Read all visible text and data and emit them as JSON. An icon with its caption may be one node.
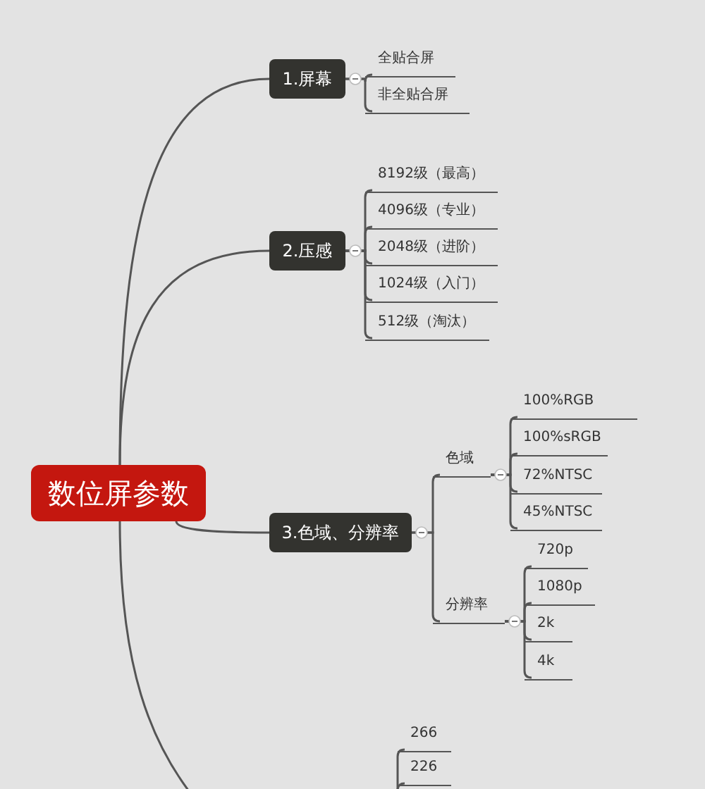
{
  "diagram": {
    "nodes": [
      {
        "text": [
          "数位屏参数"
        ]
      },
      {
        "text": [
          "1.屏幕"
        ]
      },
      {
        "text": [
          "全贴合屏"
        ]
      },
      {
        "text": [
          "非全贴合屏"
        ]
      },
      {
        "text": [
          "2.压感"
        ]
      },
      {
        "text": [
          "8192级（最高）"
        ]
      },
      {
        "text": [
          "4096级（专业）"
        ]
      },
      {
        "text": [
          "2048级（进阶）"
        ]
      },
      {
        "text": [
          "1024级（入门）"
        ]
      },
      {
        "text": [
          "512级（淘汰）"
        ]
      },
      {
        "text": [
          "3.色域、分辨率"
        ]
      },
      {
        "text": [
          "色域"
        ]
      },
      {
        "text": [
          "100%RGB"
        ]
      },
      {
        "text": [
          "100%sRGB"
        ]
      },
      {
        "text": [
          "72%NTSC"
        ]
      },
      {
        "text": [
          "45%NTSC"
        ]
      },
      {
        "text": [
          "分辨率"
        ]
      },
      {
        "text": [
          "720p"
        ]
      },
      {
        "text": [
          "1080p"
        ]
      },
      {
        "text": [
          "2k"
        ]
      },
      {
        "text": [
          "4k"
        ]
      },
      {
        "text": [
          "266"
        ]
      },
      {
        "text": [
          "226"
        ]
      }
    ],
    "edges": [
      {
        "from": 0,
        "to": 1,
        "arrow": "none"
      },
      {
        "from": 1,
        "to": 2,
        "arrow": "none"
      },
      {
        "from": 1,
        "to": 3,
        "arrow": "none"
      },
      {
        "from": 0,
        "to": 4,
        "arrow": "none"
      },
      {
        "from": 4,
        "to": 5,
        "arrow": "none"
      },
      {
        "from": 4,
        "to": 6,
        "arrow": "none"
      },
      {
        "from": 4,
        "to": 7,
        "arrow": "none"
      },
      {
        "from": 4,
        "to": 8,
        "arrow": "none"
      },
      {
        "from": 4,
        "to": 9,
        "arrow": "none"
      },
      {
        "from": 0,
        "to": 10,
        "arrow": "none"
      },
      {
        "from": 10,
        "to": 11,
        "arrow": "none"
      },
      {
        "from": 11,
        "to": 12,
        "arrow": "none"
      },
      {
        "from": 11,
        "to": 13,
        "arrow": "none"
      },
      {
        "from": 11,
        "to": 14,
        "arrow": "none"
      },
      {
        "from": 11,
        "to": 15,
        "arrow": "none"
      },
      {
        "from": 10,
        "to": 16,
        "arrow": "none"
      },
      {
        "from": 16,
        "to": 17,
        "arrow": "none"
      },
      {
        "from": 16,
        "to": 18,
        "arrow": "none"
      },
      {
        "from": 16,
        "to": 19,
        "arrow": "none"
      },
      {
        "from": 16,
        "to": 20,
        "arrow": "none"
      },
      {
        "from": 0,
        "to": null,
        "arrow": "none"
      },
      {
        "from": null,
        "to": 21,
        "arrow": "none"
      },
      {
        "from": null,
        "to": 22,
        "arrow": "none"
      }
    ]
  }
}
